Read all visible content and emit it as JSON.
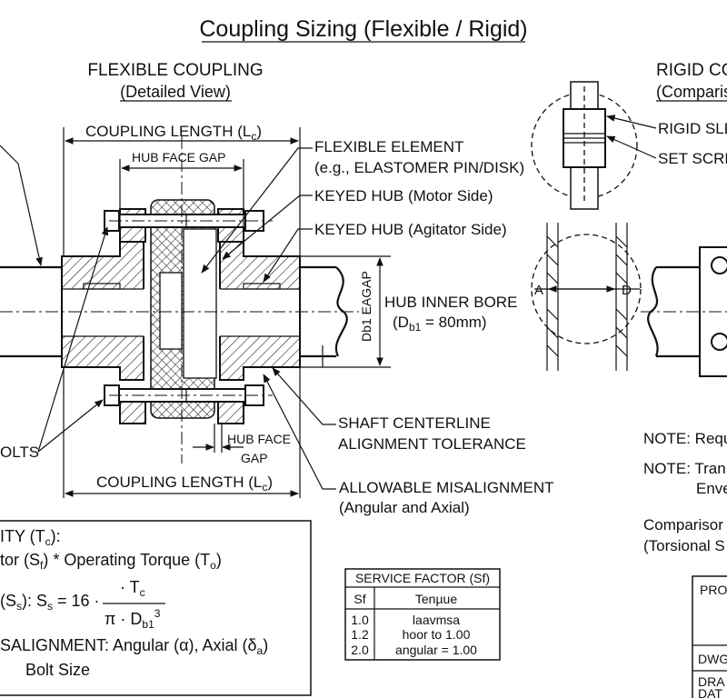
{
  "title": "Coupling Sizing (Flexible / Rigid)",
  "flexible": {
    "heading": "FLEXIBLE COUPLING",
    "subheading": "(Detailed View)",
    "labels": {
      "coupling_length_top": "COUPLING LENGTH (L",
      "coupling_length_sub": "c",
      "coupling_length_close": ")",
      "hub_face_gap_top": "HUB FACE GAP",
      "flexible_element_1": "FLEXIBLE ELEMENT",
      "flexible_element_2": "(e.g., ELASTOMER PIN/DISK)",
      "keyed_hub_motor": "KEYED HUB (Motor Side)",
      "keyed_hub_agitator": "KEYED HUB (Agitator Side)",
      "hub_inner_bore_1": "HUB INNER BORE",
      "hub_inner_bore_2a": "(D",
      "hub_inner_bore_sub": "b1",
      "hub_inner_bore_2b": " = 80mm)",
      "db1_vertical": "Db1 EAGAP",
      "hub_face_1": "HUB FACE",
      "hub_face_2": "GAP",
      "shaft_centerline_1": "SHAFT CENTERLINE",
      "shaft_centerline_2": "ALIGNMENT TOLERANCE",
      "olts": "OLTS",
      "coupling_length_bottom": "COUPLING LENGTH (L",
      "allowable_1": "ALLOWABLE MISALIGNMENT",
      "allowable_2": "(Angular and Axial)"
    }
  },
  "rigid": {
    "heading": "RIGID CO",
    "subheading": "(Comparis",
    "rigid_sleeve": "RIGID SLE",
    "set_screw": "SET SCRE",
    "label_a": "A",
    "label_d": "D"
  },
  "formulas": {
    "line1_a": "ITY (T",
    "line1_sub": "c",
    "line1_b": "):",
    "line2_a": "tor (S",
    "line2_sub1": "f",
    "line2_b": ") * Operating Torque (T",
    "line2_sub2": "o",
    "line2_c": ")",
    "line3_a": "(S",
    "line3_sub1": "s",
    "line3_b": "):  S",
    "line3_sub2": "s",
    "line3_c": " = 16 ·",
    "frac_num_a": "· T",
    "frac_num_sub": "c",
    "frac_den_a": "π · D",
    "frac_den_sub": "b1",
    "frac_den_sup": "3",
    "line4_a": "SALIGNMENT: Angular (α), Axial (δ",
    "line4_sub": "a",
    "line4_b": ")",
    "line5": "Bolt Size"
  },
  "service_table": {
    "title": "SERVICE FACTOR (Sf)",
    "headers": [
      "Sf",
      "Tenµue"
    ],
    "rows": [
      [
        "1.0",
        "laavmsa"
      ],
      [
        "1.2",
        "hoor to 1.00"
      ],
      [
        "2.0",
        "angular = 1.00"
      ]
    ]
  },
  "notes": {
    "note1": "NOTE: Requ",
    "note2a": "NOTE: Tran",
    "note2b": "Enve",
    "comparison_1": "Comparisor",
    "comparison_2": "(Torsional S"
  },
  "title_block": {
    "cells": [
      "PRO",
      "DWG",
      "DRA",
      "DAT"
    ]
  }
}
